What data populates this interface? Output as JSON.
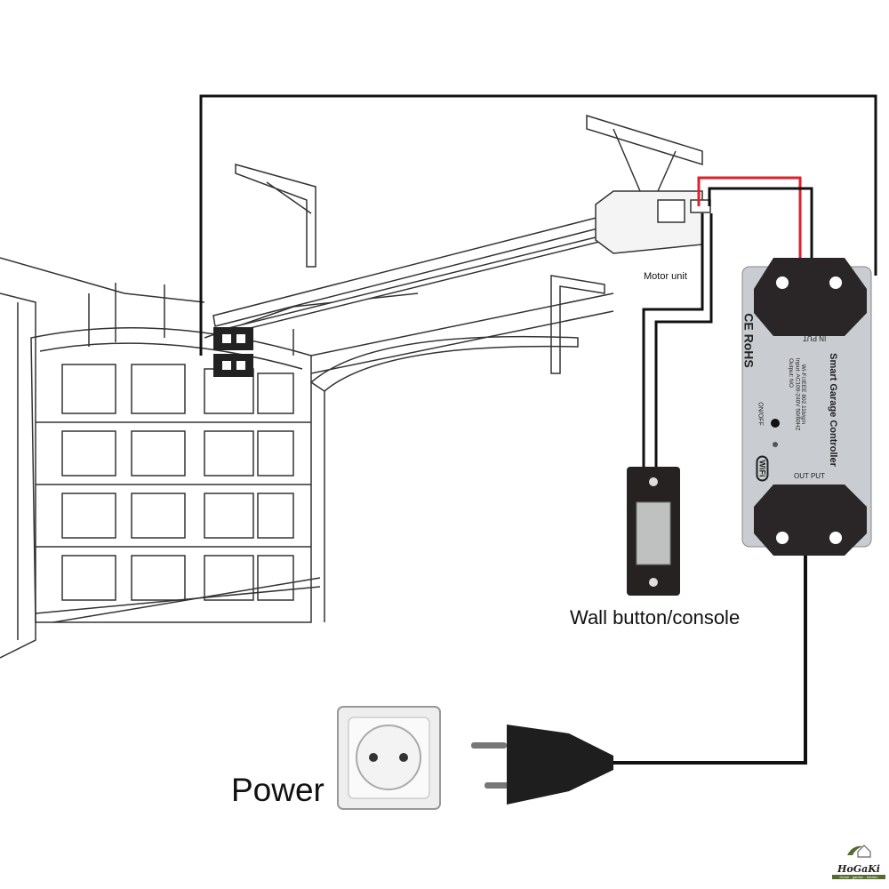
{
  "labels": {
    "power": "Power",
    "wall_button": "Wall button/console",
    "motor_unit": "Motor unit"
  },
  "controller": {
    "title": "Smart Garage Controller",
    "specs": [
      "Wi-Fi:IEEE 802.11b/g/n",
      "Input: AC100-240V 50/60HZ",
      "Output: NO"
    ],
    "certification": "CE RoHS",
    "input_label": "IN PUT",
    "output_label": "OUT PUT",
    "switch_label": "ON/OFF",
    "wifi_badge": "WiFi"
  },
  "logo": {
    "name": "HoGaKi",
    "tagline": "Home - garden - kitchen"
  },
  "colors": {
    "wire_black": "#111111",
    "wire_red": "#e0202a",
    "controller_body": "#c9ccd0",
    "controller_cap": "#2a2526"
  }
}
